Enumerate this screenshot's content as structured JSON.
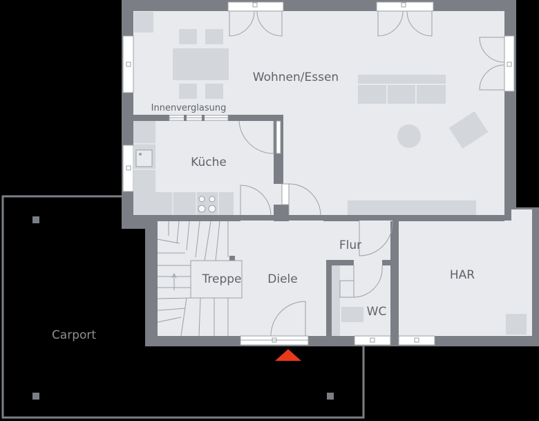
{
  "rooms": {
    "wohnen": "Wohnen/Essen",
    "glazing": "Innenverglasung",
    "kueche": "Küche",
    "flur": "Flur",
    "har": "HAR",
    "treppe": "Treppe",
    "diele": "Diele",
    "wc": "WC",
    "carport": "Carport"
  },
  "colors": {
    "background": "#000000",
    "wall": "#7b7f85",
    "floor": "#e8eaed",
    "furniture": "#d3d6da",
    "label": "#5f6368",
    "entrance": "#e8391a"
  }
}
